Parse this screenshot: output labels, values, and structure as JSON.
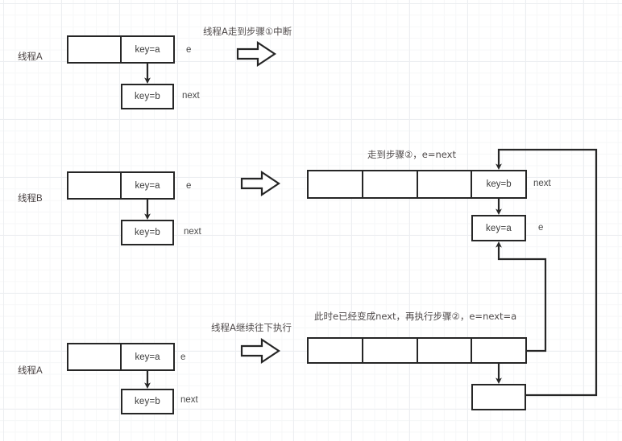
{
  "diagram": {
    "title": "HashMap concurrent resize linked-list cycle",
    "grid_color": "#eceef1",
    "line_color": "#262626",
    "text_color": "#4a4a4a"
  },
  "rows": [
    {
      "thread_label": "线程A",
      "node_a": "key=a",
      "node_a_tag": "e",
      "node_b": "key=b",
      "node_b_tag": "next",
      "step_caption": "线程A走到步骤①中断",
      "arrow_icon": "block-arrow-right-icon"
    },
    {
      "thread_label": "线程B",
      "node_a": "key=a",
      "node_a_tag": "e",
      "node_b": "key=b",
      "node_b_tag": "next",
      "step_caption": "",
      "arrow_icon": "block-arrow-right-icon"
    },
    {
      "thread_label": "线程A",
      "node_a": "key=a",
      "node_a_tag": "e",
      "node_b": "key=b",
      "node_b_tag": "next",
      "step_caption": "线程A继续往下执行",
      "arrow_icon": "block-arrow-right-icon"
    }
  ],
  "right_panels": [
    {
      "caption": "走到步骤②，e=next",
      "table_cells": [
        "",
        "",
        "",
        "key=b"
      ],
      "table_tag": "next",
      "node": "key=a",
      "node_tag": "e"
    },
    {
      "caption": "此时e已经变成next，再执行步骤②，e=next=a",
      "table_cells": [
        "",
        "",
        "",
        ""
      ],
      "table_tag": "",
      "node": "",
      "node_tag": ""
    }
  ]
}
